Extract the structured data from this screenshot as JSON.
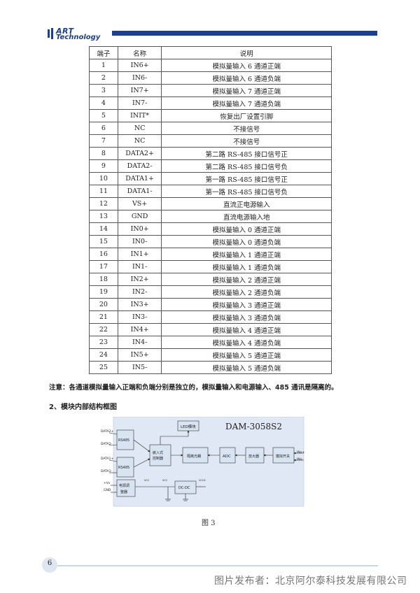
{
  "header": {
    "logo_line1": "ART",
    "logo_line2": "Technology",
    "brand_color": "#1b3f94"
  },
  "table": {
    "headers": [
      "端子",
      "名称",
      "说明"
    ],
    "rows": [
      [
        "1",
        "IN6+",
        "模拟量输入 6 通道正端"
      ],
      [
        "2",
        "IN6-",
        "模拟量输入 6 通道负端"
      ],
      [
        "3",
        "IN7+",
        "模拟量输入 7 通道正端"
      ],
      [
        "4",
        "IN7-",
        "模拟量输入 7 通道负端"
      ],
      [
        "5",
        "INIT*",
        "恢复出厂设置引脚"
      ],
      [
        "6",
        "NC",
        "不接信号"
      ],
      [
        "7",
        "NC",
        "不接信号"
      ],
      [
        "8",
        "DATA2+",
        "第二路 RS-485 接口信号正"
      ],
      [
        "9",
        "DATA2-",
        "第二路 RS-485 接口信号负"
      ],
      [
        "10",
        "DATA1+",
        "第一路 RS-485 接口信号正"
      ],
      [
        "11",
        "DATA1-",
        "第一路 RS-485 接口信号负"
      ],
      [
        "12",
        "VS+",
        "直流正电源输入"
      ],
      [
        "13",
        "GND",
        "直流电源输入地"
      ],
      [
        "14",
        "IN0+",
        "模拟量输入 0 通道正端"
      ],
      [
        "15",
        "IN0-",
        "模拟量输入 0 通道负端"
      ],
      [
        "16",
        "IN1+",
        "模拟量输入 1 通道正端"
      ],
      [
        "17",
        "IN1-",
        "模拟量输入 1 通道负端"
      ],
      [
        "18",
        "IN2+",
        "模拟量输入 2 通道正端"
      ],
      [
        "19",
        "IN2-",
        "模拟量输入 2 通道负端"
      ],
      [
        "20",
        "IN3+",
        "模拟量输入 3 通道正端"
      ],
      [
        "21",
        "IN3-",
        "模拟量输入 3 通道负端"
      ],
      [
        "22",
        "IN4+",
        "模拟量输入 4 通道正端"
      ],
      [
        "23",
        "IN4-",
        "模拟量输入 4 通道负端"
      ],
      [
        "24",
        "IN5+",
        "模拟量输入 5 通道正端"
      ],
      [
        "25",
        "IN5-",
        "模拟量输入 5 通道负端"
      ]
    ]
  },
  "note": "注意：各通道模拟量输入正端和负端分别是独立的，模拟量输入和电源输入、485 通讯是隔离的。",
  "section_title": "2、模块内部结构框图",
  "diagram": {
    "title": "DAM-3058S2",
    "led": "LED模块",
    "rs485_1": "RS485",
    "rs485_2": "RS485",
    "mcu": "嵌入式控制器",
    "isolation": "隔离光耦",
    "adc": "ADC",
    "amp": "放大器",
    "switch": "模拟开关",
    "power": "电源调整器",
    "dcdc": "DC-DC",
    "in_pos": "INx+",
    "in_neg": "INx-",
    "data2p": "DATA2+",
    "data2m": "DATA2-",
    "data1p": "DATA1+",
    "data1m": "DATA1-",
    "vs": "+Vs",
    "gnd": "GND",
    "vcc1": "VCC",
    "vcc2": "VCC",
    "vcc3": "VCCX",
    "panel_color": "#dfe8f4"
  },
  "figure_caption": "图 3",
  "footer": {
    "page_number": "6",
    "watermark": "图片发布者：北京阿尔泰科技发展有限公司"
  }
}
